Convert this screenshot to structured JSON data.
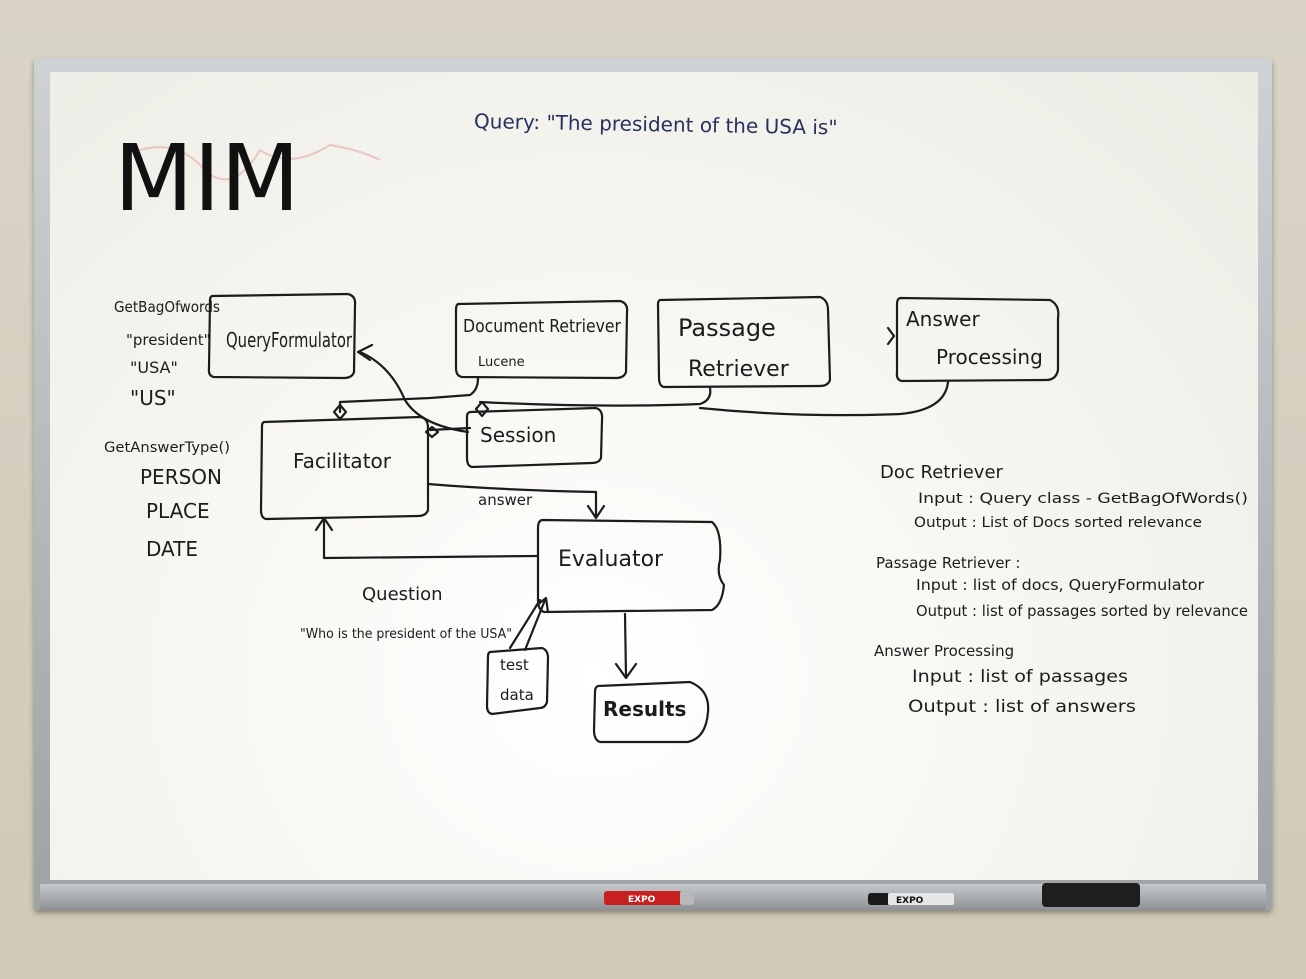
{
  "title": "MIM",
  "query_line": "Query: \"The president of the USA is\"",
  "nodes": {
    "query_formulator": "QueryFormulator",
    "document_retriever": "Document Retriever",
    "document_retriever_sub": "Lucene",
    "passage_retriever_1": "Passage",
    "passage_retriever_2": "Retriever",
    "answer_processing_1": "Answer",
    "answer_processing_2": "Processing",
    "facilitator": "Facilitator",
    "session": "Session",
    "evaluator": "Evaluator",
    "results": "Results",
    "test_data_1": "test",
    "test_data_2": "data"
  },
  "edge_labels": {
    "answer": "answer",
    "question": "Question",
    "question_example": "\"Who is the president of the USA\""
  },
  "left_notes": {
    "bag_of_words": [
      "GetBagOfwords",
      "\"president\"",
      "\"USA\"",
      "\"US\""
    ],
    "answer_type": [
      "GetAnswerType()",
      "PERSON",
      "PLACE",
      "DATE"
    ]
  },
  "right_notes": {
    "doc_retriever": {
      "heading": "Doc Retriever",
      "input": "Input : Query class - GetBagOfWords()",
      "output": "Output : List of Docs sorted relevance"
    },
    "passage_retriever": {
      "heading": "Passage Retriever :",
      "input": "Input : list of docs, QueryFormulator",
      "output": "Output : list of passages sorted by relevance"
    },
    "answer_processing": {
      "heading": "Answer Processing",
      "input": "Input : list of passages",
      "output": "Output : list of answers"
    }
  },
  "markers": [
    {
      "brand": "EXPO",
      "color": "#c8201e"
    },
    {
      "brand": "EXPO",
      "color": "#1a1a1a"
    }
  ],
  "colors": {
    "ink": "#1c1c1c",
    "blue_ink": "#27315e",
    "red_marker": "#c8201e"
  }
}
